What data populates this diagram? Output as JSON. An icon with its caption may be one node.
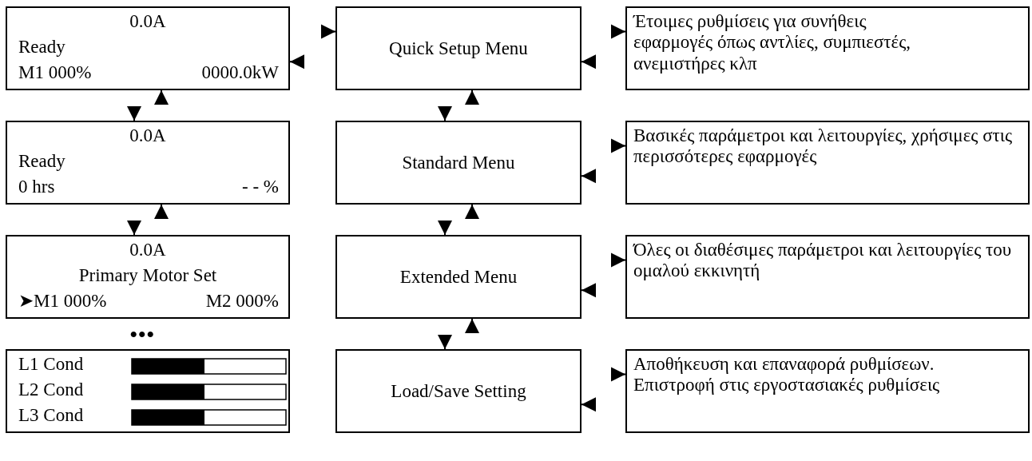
{
  "diagram": {
    "nodes": [
      {
        "text": [
          "0.0A",
          "Ready",
          "M1 000%",
          "0000.0kW"
        ]
      },
      {
        "text": [
          "Quick Setup Menu"
        ]
      },
      {
        "text": [
          "Έτοιμες ρυθμίσεις για συνήθεις εφαρμογές όπως αντλίες, συμπιεστές, ανεμιστήρες κλπ"
        ]
      },
      {
        "text": [
          "0.0A",
          "Ready",
          "0 hrs",
          "- - %"
        ]
      },
      {
        "text": [
          "Standard Menu"
        ]
      },
      {
        "text": [
          "Βασικές παράμετροι και λειτουργίες, χρήσιμες στις περισσότερες εφαρμογές"
        ]
      },
      {
        "text": [
          "0.0A",
          "Primary Motor Set",
          "➤M1 000%",
          "M2 000%"
        ]
      },
      {
        "text": [
          "Extended Menu"
        ]
      },
      {
        "text": [
          "Όλες οι διαθέσιμες παράμετροι και λειτουργίες του ομαλού εκκινητή"
        ]
      },
      {
        "text": [
          "L1 Cond",
          "L2 Cond",
          "L3 Cond"
        ]
      },
      {
        "text": [
          "Load/Save Setting"
        ]
      },
      {
        "text": [
          "Αποθήκευση και επαναφορά ρυθμίσεων. Επιστροφή στις εργοστασιακές ρυθμίσεις"
        ]
      }
    ],
    "edges": [
      {
        "from": 0,
        "to": 1,
        "arrow": "to"
      },
      {
        "from": 1,
        "to": 0,
        "arrow": "to"
      },
      {
        "from": 1,
        "to": 2,
        "arrow": "to"
      },
      {
        "from": 2,
        "to": 1,
        "arrow": "to"
      },
      {
        "from": 0,
        "to": 3,
        "arrow": "to"
      },
      {
        "from": 3,
        "to": 0,
        "arrow": "to"
      },
      {
        "from": 1,
        "to": 4,
        "arrow": "to"
      },
      {
        "from": 4,
        "to": 1,
        "arrow": "to"
      },
      {
        "from": 4,
        "to": 5,
        "arrow": "to"
      },
      {
        "from": 5,
        "to": 4,
        "arrow": "to"
      },
      {
        "from": 3,
        "to": 6,
        "arrow": "to"
      },
      {
        "from": 6,
        "to": 3,
        "arrow": "to"
      },
      {
        "from": 4,
        "to": 7,
        "arrow": "to"
      },
      {
        "from": 7,
        "to": 4,
        "arrow": "to"
      },
      {
        "from": 7,
        "to": 8,
        "arrow": "to"
      },
      {
        "from": 8,
        "to": 7,
        "arrow": "to"
      },
      {
        "from": 7,
        "to": 10,
        "arrow": "to"
      },
      {
        "from": 10,
        "to": 7,
        "arrow": "to"
      },
      {
        "from": 10,
        "to": 11,
        "arrow": "to"
      },
      {
        "from": 11,
        "to": 10,
        "arrow": "to"
      }
    ],
    "labels": [
      "•••"
    ]
  }
}
